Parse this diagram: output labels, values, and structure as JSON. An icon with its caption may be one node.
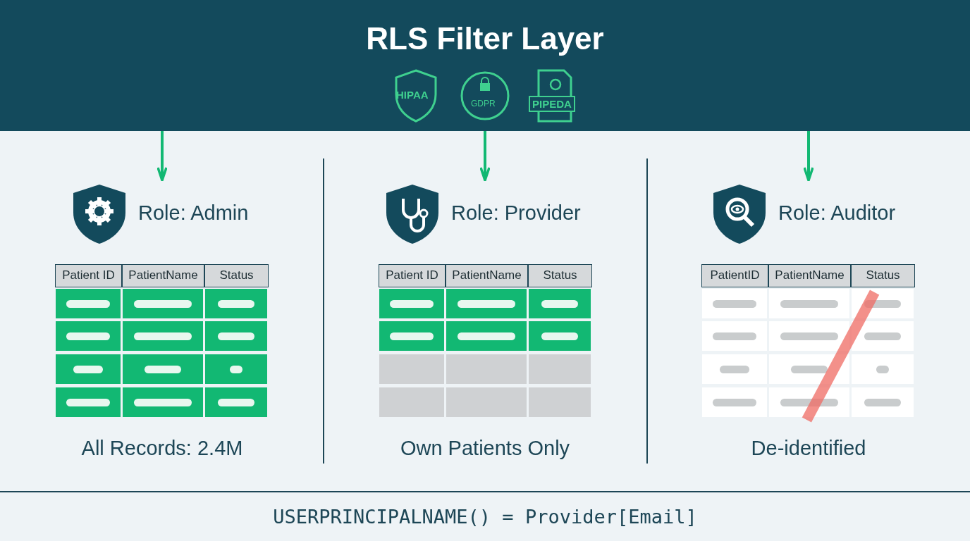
{
  "diagram": {
    "nodes": [
      {
        "text": [
          "RLS Filter Layer"
        ]
      },
      {
        "text": [
          "HIPAA"
        ],
        "in": 0
      },
      {
        "text": [
          "GDPR"
        ],
        "in": 0
      },
      {
        "text": [
          "PIPEDA"
        ],
        "in": 0
      },
      {
        "text": [
          "Role: Admin"
        ]
      },
      {
        "text": [
          "Role: Provider"
        ]
      },
      {
        "text": [
          "Role: Auditor"
        ]
      }
    ],
    "edges": [
      {
        "from": 0,
        "to": 4,
        "arrow": "to"
      },
      {
        "from": 0,
        "to": 5,
        "arrow": "to"
      },
      {
        "from": 0,
        "to": 6,
        "arrow": "to"
      }
    ],
    "labels": [
      "Patient ID",
      "PatientName",
      "Status",
      "Patient ID",
      "PatientName",
      "Status",
      "PatientID",
      "PatientName",
      "Status",
      "All Records: 2.4M",
      "Own Patients Only",
      "De-identified",
      "USERPRINCIPALNAME() = Provider[Email]"
    ]
  }
}
